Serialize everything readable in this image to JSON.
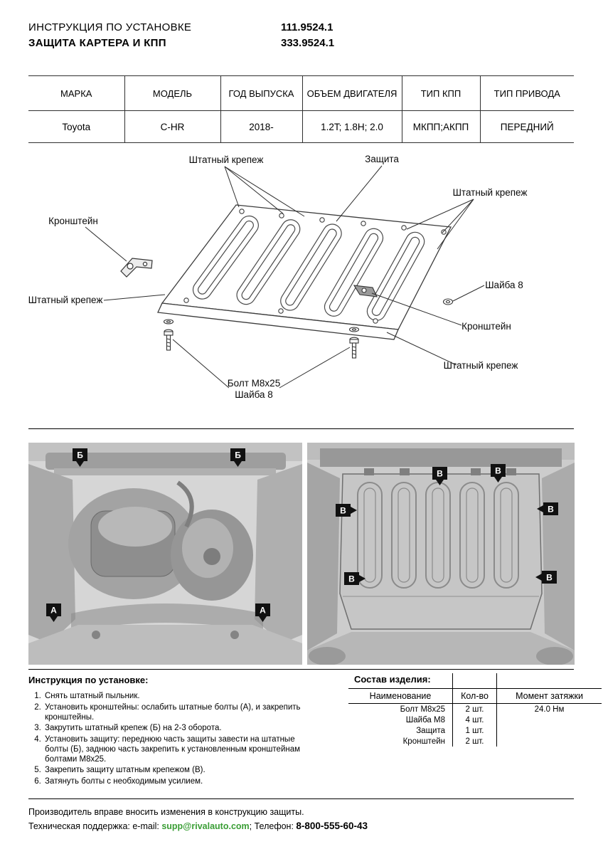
{
  "header": {
    "title_line1": "ИНСТРУКЦИЯ ПО УСТАНОВКЕ",
    "title_line2": "ЗАЩИТА КАРТЕРА И КПП",
    "part_number1": "111.9524.1",
    "part_number2": "333.9524.1"
  },
  "vehicle_table": {
    "headers": [
      "МАРКА",
      "МОДЕЛЬ",
      "ГОД ВЫПУСКА",
      "ОБЪЕМ ДВИГАТЕЛЯ",
      "ТИП КПП",
      "ТИП ПРИВОДА"
    ],
    "row": [
      "Toyota",
      "C-HR",
      "2018-",
      "1.2T; 1.8H; 2.0",
      "МКПП;АКПП",
      "ПЕРЕДНИЙ"
    ]
  },
  "diagram": {
    "label_fastener_top": "Штатный крепеж",
    "label_guard": "Защита",
    "label_fastener_right": "Штатный крепеж",
    "label_bracket_left": "Кронштейн",
    "label_washer_right": "Шайба 8",
    "label_fastener_left": "Штатный крепеж",
    "label_bracket_right": "Кронштейн",
    "label_fastener_bottom_right": "Штатный крепеж",
    "label_bolt": "Болт М8х25",
    "label_washer_bottom": "Шайба 8"
  },
  "photo_markers": {
    "a": "А",
    "b": "Б",
    "v": "В"
  },
  "instructions": {
    "title": "Инструкция по установке:",
    "steps": [
      "Снять штатный пыльник.",
      "Установить кронштейны: ослабить штатные болты (А), и закрепить кронштейны.",
      "Закрутить штатный крепеж (Б) на 2-3 оборота.",
      "Установить защиту: переднюю часть защиты завести на штатные болты (Б), заднюю часть закрепить к установленным кронштейнам болтами М8х25.",
      "Закрепить защиту штатным крепежом (В).",
      "Затянуть болты с необходимым усилием."
    ]
  },
  "components": {
    "title": "Состав изделия:",
    "headers": [
      "Наименование",
      "Кол-во",
      "Момент затяжки"
    ],
    "rows": [
      {
        "name": "Болт М8х25",
        "qty": "2 шт.",
        "torque": "24.0 Нм"
      },
      {
        "name": "Шайба М8",
        "qty": "4 шт.",
        "torque": ""
      },
      {
        "name": "Защита",
        "qty": "1 шт.",
        "torque": ""
      },
      {
        "name": "Кронштейн",
        "qty": "2 шт.",
        "torque": ""
      }
    ]
  },
  "footer": {
    "line1": "Производитель вправе вносить изменения в конструкцию защиты.",
    "support_prefix": "Техническая поддержка:  e-mail: ",
    "email": "supp@rivalauto.com",
    "separator": "; Телефон: ",
    "phone": "8-800-555-60-43"
  },
  "colors": {
    "email_link": "#3a9e35",
    "line": "#000000",
    "marker_bg": "#111111"
  }
}
